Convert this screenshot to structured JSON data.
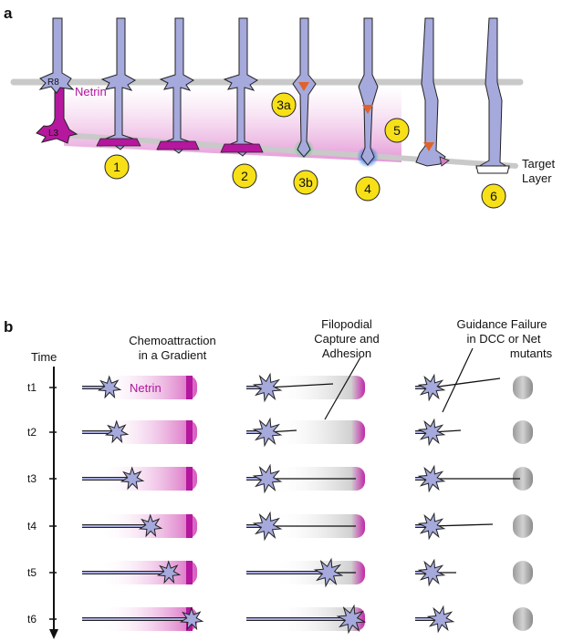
{
  "panel_a": {
    "label": "a",
    "r8_label": "R8",
    "l3_label": "L3",
    "netrin_label": "Netrin",
    "target_layer_line1": "Target",
    "target_layer_line2": "Layer",
    "steps": [
      "1",
      "2",
      "3a",
      "3b",
      "4",
      "5",
      "6"
    ]
  },
  "panel_b": {
    "label": "b",
    "time_label": "Time",
    "times": [
      "t1",
      "t2",
      "t3",
      "t4",
      "t5",
      "t6"
    ],
    "col1_title": [
      "Chemoattraction",
      "in a Gradient"
    ],
    "col1_netrin": "Netrin",
    "col2_title": [
      "Filopodial",
      "Capture and",
      "Adhesion"
    ],
    "col3_title": [
      "Guidance Failure",
      "in DCC or Net",
      "mutants"
    ]
  },
  "colors": {
    "neuron": "#a6a9dc",
    "netrin": "#b5179e",
    "layer": "#c8c8c8",
    "badge": "#f7e017",
    "arrowhead": "#e0622a"
  }
}
